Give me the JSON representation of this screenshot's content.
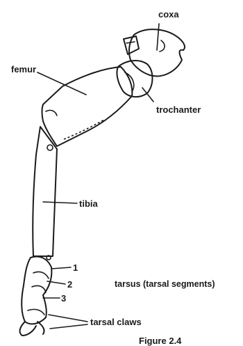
{
  "labels": {
    "coxa": "coxa",
    "femur": "femur",
    "trochanter": "trochanter",
    "tibia": "tibia",
    "tarsal_1": "1",
    "tarsal_2": "2",
    "tarsal_3": "3",
    "tarsus": "tarsus (tarsal segments)",
    "tarsal_claws": "tarsal claws",
    "figure_caption": "Figure 2.4"
  }
}
